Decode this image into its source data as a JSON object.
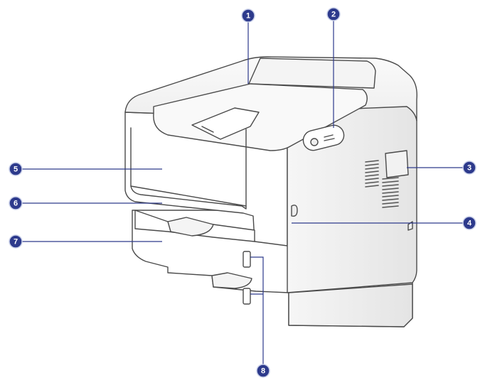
{
  "colors": {
    "callout_fill": "#2d3a8c",
    "callout_stroke": "#c8cfe8",
    "leader_line": "#2d3a8c",
    "printer_outline": "#4a4a4a",
    "printer_body": "#ffffff"
  },
  "callouts": [
    {
      "id": "1",
      "label": "1"
    },
    {
      "id": "2",
      "label": "2"
    },
    {
      "id": "3",
      "label": "3"
    },
    {
      "id": "4",
      "label": "4"
    },
    {
      "id": "5",
      "label": "5"
    },
    {
      "id": "6",
      "label": "6"
    },
    {
      "id": "7",
      "label": "7"
    },
    {
      "id": "8",
      "label": "8"
    }
  ]
}
